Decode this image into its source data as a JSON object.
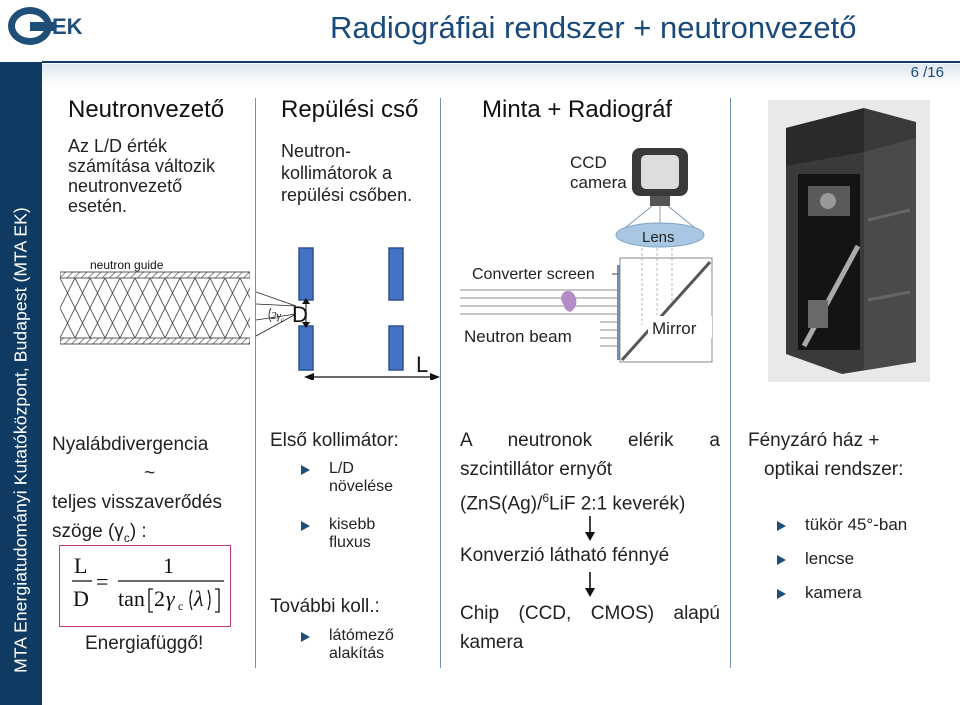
{
  "logo": {
    "text": "EK"
  },
  "title": "Radiográfiai rendszer + neutronvezető",
  "page_number": "6 /16",
  "sidebar_text": "MTA Energiatudományi Kutatóközpont, Budapest (MTA EK)",
  "col1": {
    "heading": "Neutronvezető",
    "desc": [
      "Az L/D érték",
      "számítása változik",
      "neutronvezető",
      "esetén."
    ],
    "guide_label": "neutron guide",
    "divergence": [
      "Nyalábdivergencia",
      "~",
      "teljes visszaverődés",
      "szöge (γ"
    ],
    "div_sub": "c",
    "div_end": ") :",
    "formula": {
      "L": "L",
      "D": "D",
      "one": "1",
      "tan": "tan",
      "two": "2",
      "gamma": "γ",
      "c": "c",
      "lambda": "λ",
      "eq": "="
    },
    "footer": "Energiafüggő!"
  },
  "col2": {
    "heading": "Repülési cső",
    "desc": [
      "Neutron-",
      "kollimátorok a",
      "repülési csőben."
    ],
    "angle_label": "2γ",
    "angle_sub": "c",
    "d_label": "D",
    "l_label": "L",
    "first_collimator": "Első kollimátor:",
    "bullets1": [
      [
        "L/D",
        "növelése"
      ],
      [
        "kisebb",
        "fluxus"
      ]
    ],
    "further": "További koll.:",
    "bullets2": [
      [
        "látómező",
        "alakítás"
      ]
    ]
  },
  "col3": {
    "heading": "Minta + Radiográf",
    "diagram": {
      "ccd": [
        "CCD",
        "camera"
      ],
      "lens": "Lens",
      "converter": "Converter screen",
      "beam": "Neutron beam",
      "mirror": "Mirror"
    },
    "text1": [
      "A neutronok elérik a",
      "szcintillátor ernyőt"
    ],
    "text1_formula": [
      "(ZnS(Ag)/",
      "6",
      "LiF 2:1 keverék)"
    ],
    "text2": "Konverzió látható fénnyé",
    "text3": [
      "Chip (CCD, CMOS) alapú",
      "kamera"
    ]
  },
  "col4": {
    "heading": [
      "Fényzáró ház +",
      "optikai rendszer:"
    ],
    "bullets": [
      "tükör 45°-ban",
      "lencse",
      "kamera"
    ]
  }
}
